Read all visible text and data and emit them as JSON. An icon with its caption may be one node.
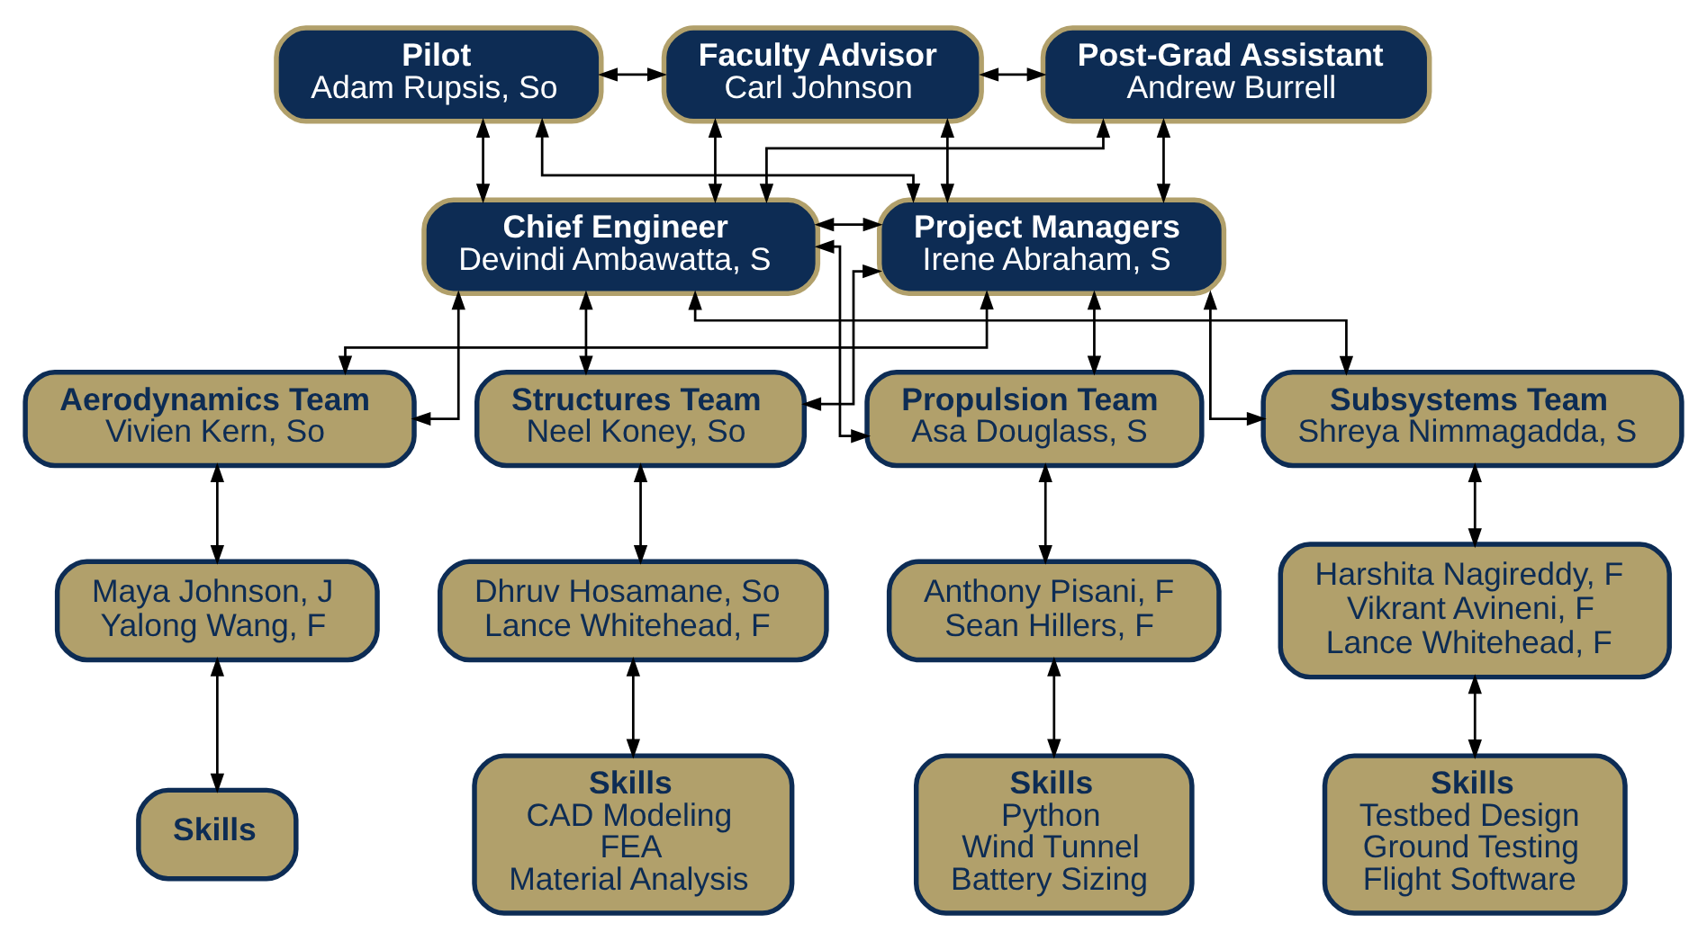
{
  "diagram": {
    "nodes": [
      {
        "text": [
          "Pilot",
          "Adam Rupsis, So"
        ]
      },
      {
        "text": [
          "Faculty Advisor",
          "Carl Johnson"
        ]
      },
      {
        "text": [
          "Post-Grad Assistant",
          "Andrew Burrell"
        ]
      },
      {
        "text": [
          "Chief Engineer",
          "Devindi Ambawatta, S"
        ]
      },
      {
        "text": [
          "Project Managers",
          "Irene Abraham, S"
        ]
      },
      {
        "text": [
          "Aerodynamics Team",
          "Vivien Kern, So"
        ]
      },
      {
        "text": [
          "Structures Team",
          "Neel Koney, So"
        ]
      },
      {
        "text": [
          "Propulsion Team",
          "Asa Douglass, S"
        ]
      },
      {
        "text": [
          "Subsystems Team",
          "Shreya Nimmagadda, S"
        ]
      },
      {
        "text": [
          "Maya Johnson, J",
          "Yalong Wang, F"
        ]
      },
      {
        "text": [
          "Dhruv Hosamane, So",
          "Lance Whitehead, F"
        ]
      },
      {
        "text": [
          "Anthony Pisani, F",
          "Sean Hillers, F"
        ]
      },
      {
        "text": [
          "Harshita Nagireddy, F",
          "Vikrant Avineni, F",
          "Lance Whitehead, F"
        ]
      },
      {
        "text": [
          "Skills"
        ]
      },
      {
        "text": [
          "Skills",
          "CAD Modeling",
          "FEA",
          "Material Analysis"
        ]
      },
      {
        "text": [
          "Skills",
          "Python",
          "Wind Tunnel",
          "Battery Sizing"
        ]
      },
      {
        "text": [
          "Skills",
          "Testbed Design",
          "Ground Testing",
          "Flight Software"
        ]
      }
    ],
    "edges": [
      {
        "from": 0,
        "to": 1,
        "arrow": "both"
      },
      {
        "from": 1,
        "to": 2,
        "arrow": "both"
      },
      {
        "from": 0,
        "to": 3,
        "arrow": "both"
      },
      {
        "from": 0,
        "to": 4,
        "arrow": "both"
      },
      {
        "from": 1,
        "to": 3,
        "arrow": "both"
      },
      {
        "from": 1,
        "to": 4,
        "arrow": "both"
      },
      {
        "from": 2,
        "to": 3,
        "arrow": "both"
      },
      {
        "from": 2,
        "to": 4,
        "arrow": "both"
      },
      {
        "from": 3,
        "to": 4,
        "arrow": "both"
      },
      {
        "from": 3,
        "to": 5,
        "arrow": "both"
      },
      {
        "from": 3,
        "to": 6,
        "arrow": "both"
      },
      {
        "from": 3,
        "to": 7,
        "arrow": "both"
      },
      {
        "from": 3,
        "to": 8,
        "arrow": "both"
      },
      {
        "from": 4,
        "to": 5,
        "arrow": "both"
      },
      {
        "from": 4,
        "to": 6,
        "arrow": "both"
      },
      {
        "from": 4,
        "to": 7,
        "arrow": "both"
      },
      {
        "from": 4,
        "to": 8,
        "arrow": "both"
      },
      {
        "from": 5,
        "to": 9,
        "arrow": "both"
      },
      {
        "from": 6,
        "to": 10,
        "arrow": "both"
      },
      {
        "from": 7,
        "to": 11,
        "arrow": "both"
      },
      {
        "from": 8,
        "to": 12,
        "arrow": "both"
      },
      {
        "from": 9,
        "to": 13,
        "arrow": "both"
      },
      {
        "from": 10,
        "to": 14,
        "arrow": "both"
      },
      {
        "from": 11,
        "to": 15,
        "arrow": "both"
      },
      {
        "from": 12,
        "to": 16,
        "arrow": "both"
      }
    ]
  }
}
